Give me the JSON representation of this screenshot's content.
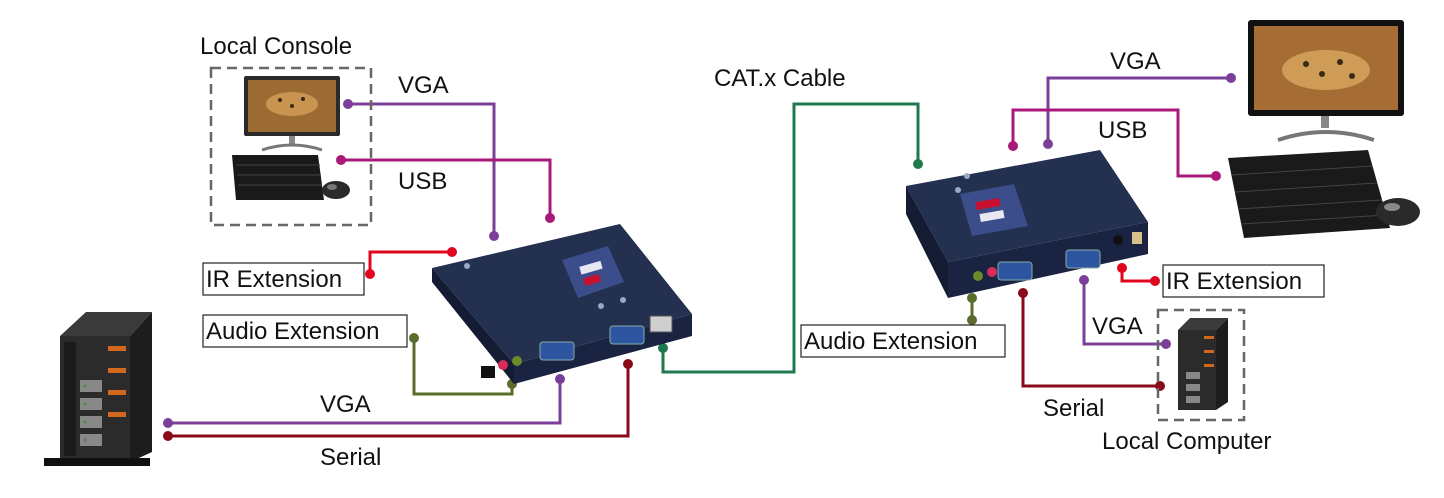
{
  "labels": {
    "local_console": "Local Console",
    "vga_console": "VGA",
    "usb_console": "USB",
    "cat_cable": "CAT.x Cable",
    "vga_remote": "VGA",
    "usb_remote": "USB",
    "ir_left": "IR Extension",
    "audio_left": "Audio Extension",
    "vga_server": "VGA",
    "serial_server": "Serial",
    "audio_right": "Audio Extension",
    "ir_right": "IR Extension",
    "vga_local_pc": "VGA",
    "serial_local_pc": "Serial",
    "local_computer": "Local Computer"
  },
  "colors": {
    "vga": "#7b3f99",
    "usb": "#a8197a",
    "ir": "#e0061e",
    "audio": "#5a6b2a",
    "cat": "#1e7a4e",
    "serial": "#8b0a1a",
    "device_body": "#1e2740"
  },
  "icons": [
    "monitor-icon",
    "keyboard-icon",
    "mouse-icon",
    "server-tower-icon",
    "extender-device-icon"
  ]
}
